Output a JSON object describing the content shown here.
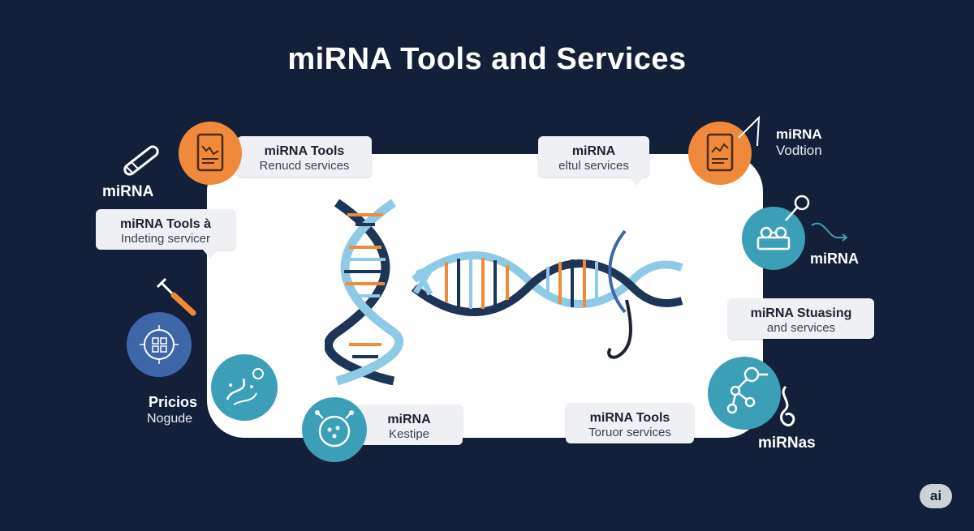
{
  "title": "miRNA Tools and Services",
  "callouts": {
    "top_left": {
      "line1": "miRNA Tools",
      "line2": "Renucd services"
    },
    "top_center": {
      "line1": "miRNA",
      "line2": "eltul services"
    },
    "left": {
      "line1": "miRNA Tools à",
      "line2": "Indeting servicer"
    },
    "right": {
      "line1": "miRNA Stuasing",
      "line2": "and services"
    },
    "bottom_center": {
      "line1": "miRNA",
      "line2": "Kestipe"
    },
    "bottom_right": {
      "line1": "miRNA Tools",
      "line2": "Toruor services"
    }
  },
  "labels": {
    "left_top": "miRNA",
    "right_top_line1": "miRNA",
    "right_top_line2": "Vodtion",
    "right_mid": "miRNA",
    "left_bottom_line1": "Pricios",
    "left_bottom_line2": "Nogude",
    "right_bottom": "miRNas"
  },
  "badge": "ai",
  "colors": {
    "background": "#14203a",
    "orange": "#f08a3a",
    "teal": "#3b9fb8",
    "blue": "#3d67a8",
    "navy": "#1d3557",
    "light_blue": "#8ecae6"
  },
  "icons": [
    "tablet-chart-icon",
    "cell-icon",
    "molecule-icon",
    "pipette-icon",
    "dna-helix-icon"
  ]
}
